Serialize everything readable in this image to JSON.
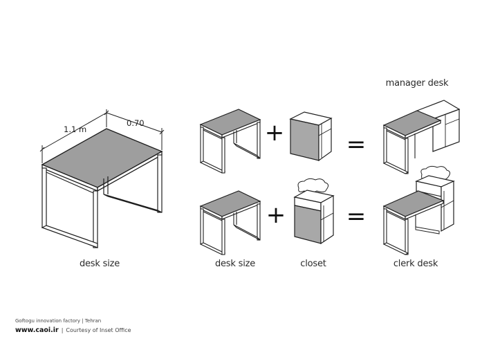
{
  "labels": {
    "manager_desk": "manager desk",
    "desk_size_large": "desk size",
    "desk_size_small": "desk size",
    "closet": "closet",
    "clerk_desk": "clerk desk"
  },
  "dimensions": {
    "width": "1.1 m",
    "depth": "0.70"
  },
  "operators": {
    "plus": "+",
    "equals": "="
  },
  "credits": {
    "line1": "Goftogu innovation factory | Tehran",
    "site": "www.caoi.ir",
    "separator": "|",
    "courtesy": "Courtesy of Inset Office"
  },
  "colors": {
    "desktop_top": "#9e9e9e",
    "closet_panel": "#a8a8a8",
    "line": "#1e1e1e"
  }
}
